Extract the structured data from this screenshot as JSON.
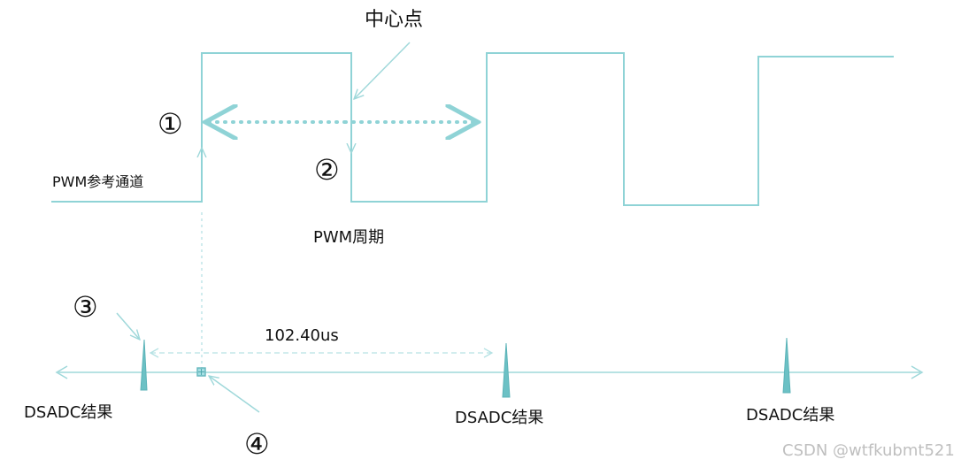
{
  "labels": {
    "center_point": "中心点",
    "pwm_reference_channel": "PWM参考通道",
    "pwm_period": "PWM周期",
    "interval": "102.40us",
    "dsadc_result_1": "DSADC结果",
    "dsadc_result_2": "DSADC结果",
    "dsadc_result_3": "DSADC结果"
  },
  "markers": {
    "m1": "①",
    "m2": "②",
    "m3": "③",
    "m4": "④"
  },
  "watermark": "CSDN @wtfkubmt521",
  "colors": {
    "line": "#8fd3d6",
    "accent": "#6cc1c5",
    "text": "#111111",
    "watermark": "#bfbfbf"
  }
}
